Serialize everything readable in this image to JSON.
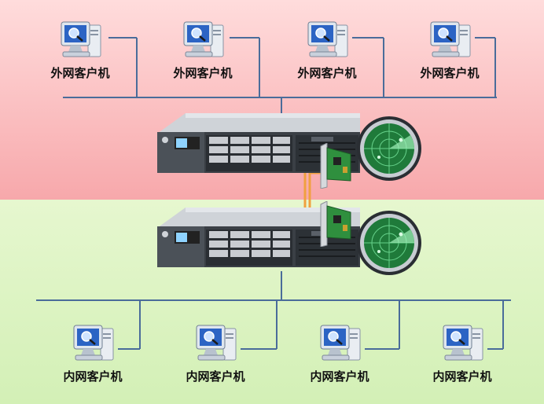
{
  "outer_clients": [
    {
      "label": "外网客户机"
    },
    {
      "label": "外网客户机"
    },
    {
      "label": "外网客户机"
    },
    {
      "label": "外网客户机"
    }
  ],
  "inner_clients": [
    {
      "label": "内网客户机"
    },
    {
      "label": "内网客户机"
    },
    {
      "label": "内网客户机"
    },
    {
      "label": "内网客户机"
    }
  ],
  "colors": {
    "outer_zone": "#f7a8ab",
    "inner_zone": "#d3f0b6",
    "wire": "#4a6c9a",
    "crosslink": "#f0a040",
    "radar": "#1f7a3a"
  },
  "icons": [
    "computer-icon",
    "server-icon",
    "network-card-icon",
    "radar-icon"
  ]
}
